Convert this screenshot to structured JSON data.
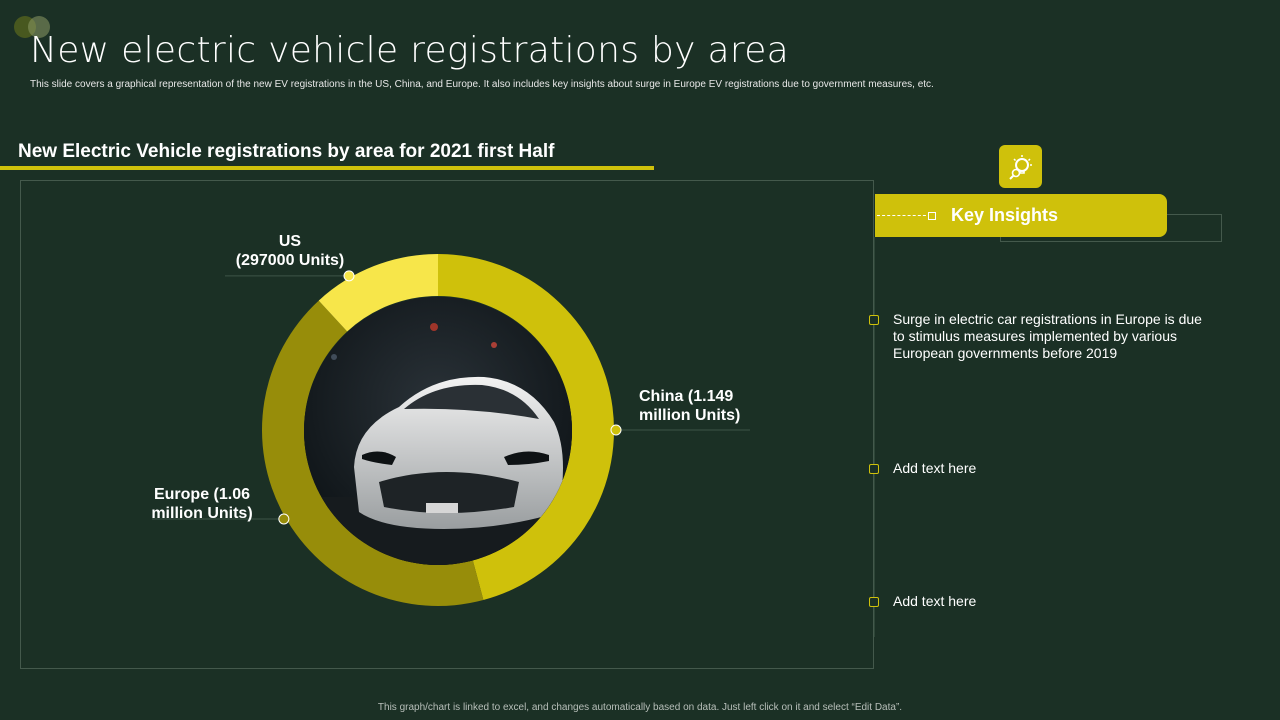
{
  "slide": {
    "title": "New electric vehicle registrations by area",
    "subtitle": "This slide covers a graphical representation of the new EV registrations in the US, China, and Europe. It also includes key insights about surge in Europe EV registrations due to government measures, etc.",
    "footer": "This graph/chart is linked to excel, and changes automatically based on data. Just left click on it and select “Edit Data”."
  },
  "section": {
    "heading": "New Electric Vehicle registrations by area for 2021 first Half"
  },
  "chart_data": {
    "type": "pie",
    "variant": "donut",
    "unit": "Units",
    "categories": [
      "China",
      "Europe",
      "US"
    ],
    "values": [
      1149000,
      1060000,
      297000
    ],
    "labels": [
      {
        "line1": "China  (1.149",
        "line2": "million Units)"
      },
      {
        "line1": "Europe  (1.06",
        "line2": "million Units)"
      },
      {
        "line1": "US",
        "line2": "(297000 Units)"
      }
    ],
    "colors": [
      "#cfc10b",
      "#978d0a",
      "#f7e64a"
    ],
    "center_image": "car-photo"
  },
  "insights": {
    "title": "Key Insights",
    "icon": "lightbulb-search-icon",
    "items": [
      {
        "text": "Surge in electric car registrations in Europe is due to stimulus measures implemented by various European governments before 2019"
      },
      {
        "text": "Add text here"
      },
      {
        "text": "Add text here"
      }
    ]
  },
  "colors": {
    "background": "#1b3025",
    "accent": "#cfc10b",
    "text": "#ffffff"
  }
}
